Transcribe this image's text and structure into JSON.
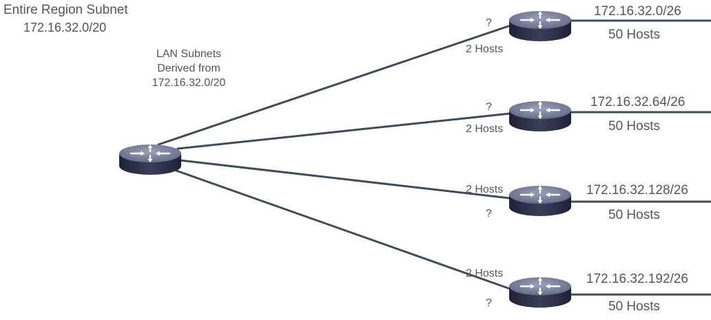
{
  "region": {
    "title": "Entire Region Subnet",
    "subnet": "172.16.32.0/20"
  },
  "lan_note": {
    "line1": "LAN Subnets",
    "line2": "Derived from",
    "line3": "172.16.32.0/20"
  },
  "colors": {
    "link": "#3e4b5e",
    "router_top": "#7a7f9a",
    "router_body": "#2e3147",
    "router_arrows": "#ffffff",
    "text": "#555555"
  },
  "icons": {
    "router": "router-icon"
  },
  "branches": [
    {
      "wan_top": "?",
      "wan_bottom": "2 Hosts",
      "lan_subnet": "172.16.32.0/26",
      "lan_hosts": "50 Hosts"
    },
    {
      "wan_top": "?",
      "wan_bottom": "2 Hosts",
      "lan_subnet": "172.16.32.64/26",
      "lan_hosts": "50 Hosts"
    },
    {
      "wan_top": "2 Hosts",
      "wan_bottom": "?",
      "lan_subnet": "172.16.32.128/26",
      "lan_hosts": "50 Hosts"
    },
    {
      "wan_top": "2 Hosts",
      "wan_bottom": "?",
      "lan_subnet": "172.16.32.192/26",
      "lan_hosts": "50 Hosts"
    }
  ]
}
